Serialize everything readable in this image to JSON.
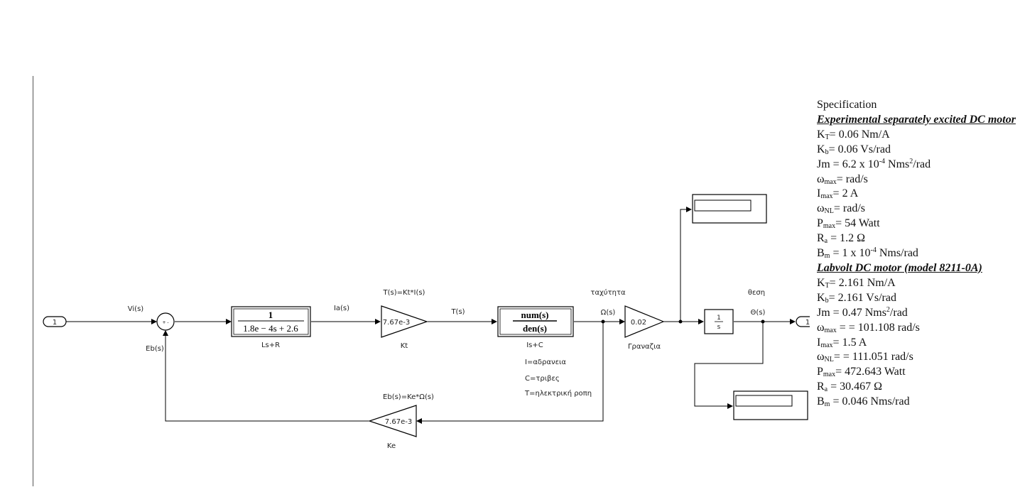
{
  "diagram": {
    "inport": "1",
    "outport": "1",
    "sum_signs": "+ -",
    "signals": {
      "vi": "Vi(s)",
      "eb_sum": "Eb(s)",
      "ia": "Ia(s)",
      "torque_top": "T(s)=Kt*I(s)",
      "torque": "T(s)",
      "speed_word": "ταχύτητα",
      "omega": "Ω(s)",
      "position_word": "θεση",
      "theta": "Θ(s)",
      "eb_feedback": "Eb(s)=Ke*Ω(s)"
    },
    "blocks": {
      "electrical": {
        "num": "1",
        "den": "1.8e − 4s + 2.6",
        "caption": "Ls+R"
      },
      "kt": {
        "value": "7.67e-3",
        "caption": "Kt"
      },
      "mechanical": {
        "num": "num(s)",
        "den": "den(s)",
        "caption": "Is+C"
      },
      "gear": {
        "value": "0.02",
        "caption": "Γραναζια"
      },
      "integrator": {
        "num": "1",
        "den": "s"
      },
      "ke": {
        "value": "7.67e-3",
        "caption": "Ke"
      }
    },
    "notes": [
      "I=αδρανεια",
      "C=τριβες",
      "T=ηλεκτρική ροπη"
    ]
  },
  "spec": {
    "title": "Specification",
    "experimental": {
      "heading": "Experimental separately excited DC motor",
      "kt": {
        "sym": "K",
        "sub": "T",
        "rest": "= 0.06 Nm/A"
      },
      "kb": {
        "sym": "K",
        "sub": "b",
        "rest": "= 0.06 Vs/rad"
      },
      "jm": {
        "a": "Jm = 6.2 x 10",
        "exp": "-4",
        "b": " Nms",
        "exp2": "2",
        "c": "/rad"
      },
      "wmax": {
        "sym": "ω",
        "sub": "max",
        "rest": "= rad/s"
      },
      "imax": {
        "sym": "I",
        "sub": "max",
        "rest": "= 2 A"
      },
      "wnl": {
        "sym": "ω",
        "sub": "NL",
        "rest": "= rad/s"
      },
      "pmax": {
        "sym": "P",
        "sub": "max",
        "rest": "= 54 Watt"
      },
      "ra": {
        "sym": "R",
        "sub": "a",
        "rest": " = 1.2 Ω"
      },
      "bm": {
        "sym": "B",
        "sub": "m",
        "rest": " = 1 x 10",
        "exp": "-4",
        "rest2": " Nms/rad"
      }
    },
    "labvolt": {
      "heading": "Labvolt DC motor (model 8211-0A)",
      "kt": {
        "sym": "K",
        "sub": "T",
        "rest": "= 2.161 Nm/A"
      },
      "kb": {
        "sym": "K",
        "sub": "b",
        "rest": "= 2.161 Vs/rad"
      },
      "jm": {
        "a": "Jm = 0.47 Nms",
        "exp": "2",
        "b": "/rad"
      },
      "wmax": {
        "sym": "ω",
        "sub": "max",
        "rest": " = = 101.108 rad/s"
      },
      "imax": {
        "sym": "I",
        "sub": "max",
        "rest": "= 1.5 A"
      },
      "wnl": {
        "sym": "ω",
        "sub": "NL",
        "rest": "= = 111.051 rad/s"
      },
      "pmax": {
        "sym": "P",
        "sub": "max",
        "rest": "= 472.643 Watt"
      },
      "ra": {
        "sym": "R",
        "sub": "a",
        "rest": " = 30.467 Ω"
      },
      "bm": {
        "sym": "B",
        "sub": "m",
        "rest": " = 0.046 Nms/rad"
      }
    }
  }
}
